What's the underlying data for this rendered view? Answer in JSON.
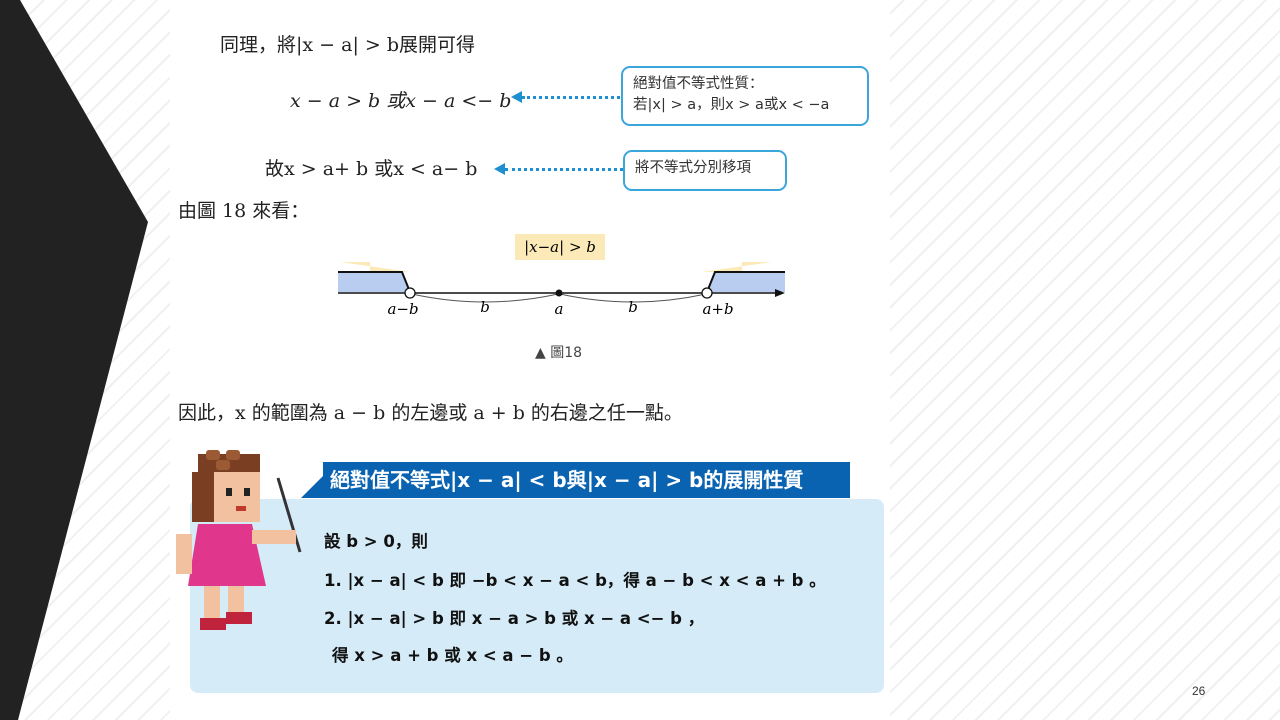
{
  "line1": "同理，將|x − a| > b展開可得",
  "line2": "x − a > b 或x − a <− b",
  "callout1_title": "絕對值不等式性質：",
  "callout1_body": "若|x| > a，則x > a或x < −a",
  "line3": "故x > a+ b 或x < a− b",
  "callout2": "將不等式分別移項",
  "line4": "由圖 18 來看：",
  "diagram": {
    "label_top": "|x−a| > b",
    "label_left": "a−b",
    "label_center": "a",
    "label_right": "a+b",
    "label_b": "b"
  },
  "caption": "▲ 圖18",
  "line5": "因此，x 的範圍為 a − b 的左邊或 a + b 的右邊之任一點。",
  "box": {
    "title": "絕對值不等式|x − a| < b與|x − a| > b的展開性質",
    "l1": "設 b > 0，則",
    "l2": "1. |x − a| < b 即 −b < x − a < b，得 a − b < x < a + b 。",
    "l3": "2. |x − a| > b 即 x − a > b 或 x − a <− b ，",
    "l4": "得 x > a + b 或 x < a − b 。"
  },
  "page_number": "26",
  "colors": {
    "accent_blue": "#0a63b1",
    "callout_border": "#3aa6dc",
    "box_bg": "#d5ecf8",
    "shade": "#b9cdf0",
    "highlight": "#fbe9b8"
  }
}
